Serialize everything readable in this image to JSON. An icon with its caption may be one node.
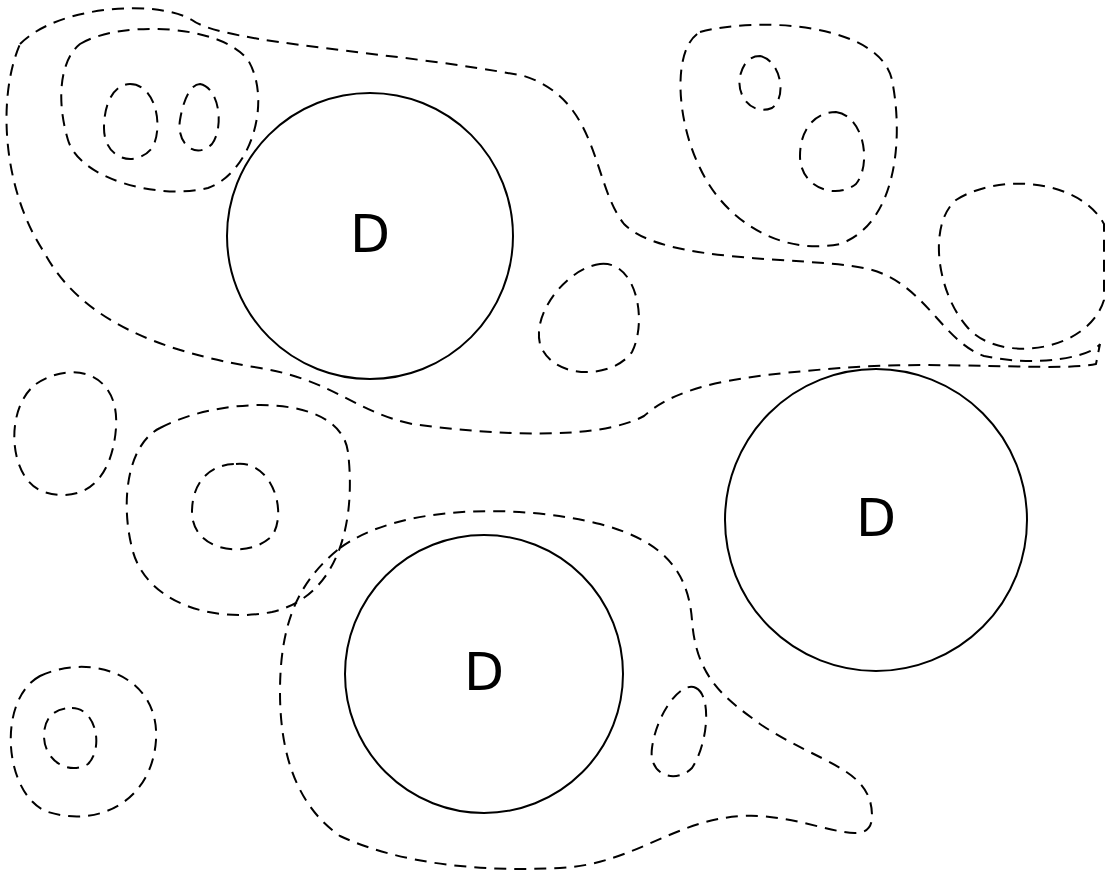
{
  "diagram": {
    "nodes": [
      {
        "text": [
          "D"
        ]
      },
      {
        "text": [
          "D"
        ]
      },
      {
        "text": [
          "D"
        ]
      }
    ]
  }
}
